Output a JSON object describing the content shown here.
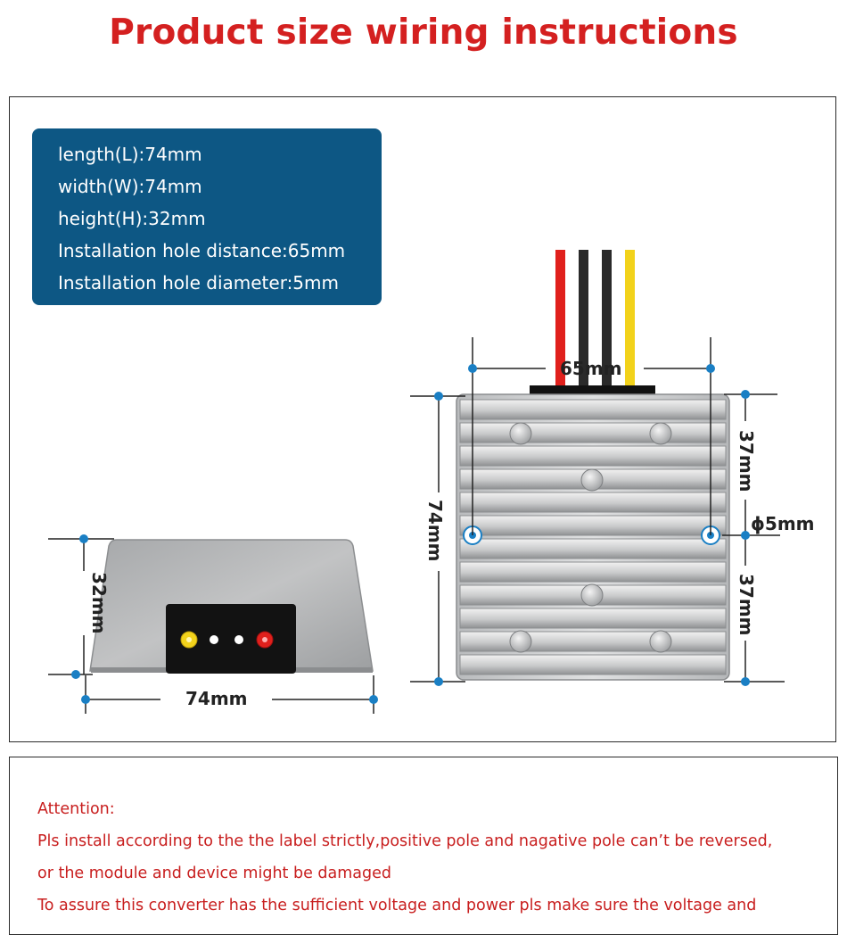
{
  "page": {
    "title": "Product size wiring instructions"
  },
  "specs": {
    "lines": [
      "length(L):74mm",
      "width(W):74mm",
      "height(H):32mm",
      "Installation hole distance:65mm",
      "Installation hole diameter:5mm"
    ]
  },
  "dimensions": {
    "hole_distance": "65mm",
    "top_body_height": "74mm",
    "half_upper": "37mm",
    "half_lower": "37mm",
    "hole_diameter": "ϕ5mm",
    "side_height": "32mm",
    "side_width": "74mm"
  },
  "wires": {
    "colors": [
      "#e0201c",
      "#2a2a2a",
      "#2a2a2a",
      "#f2d21b"
    ]
  },
  "terminals": {
    "colors": [
      "#f2d21b",
      "#ffffff",
      "#ffffff",
      "#e0201c"
    ]
  },
  "colors": {
    "accent_red": "#d42020",
    "spec_box": "#0d5784",
    "dimension_dot": "#1a7fc4"
  },
  "attention": {
    "heading": "Attention:",
    "lines": [
      "Pls install according to the the label strictly,positive pole and nagative pole can’t be reversed,",
      "or the module and device might be damaged",
      "To assure this converter has the sufficient voltage and power pls make sure the voltage and"
    ]
  }
}
